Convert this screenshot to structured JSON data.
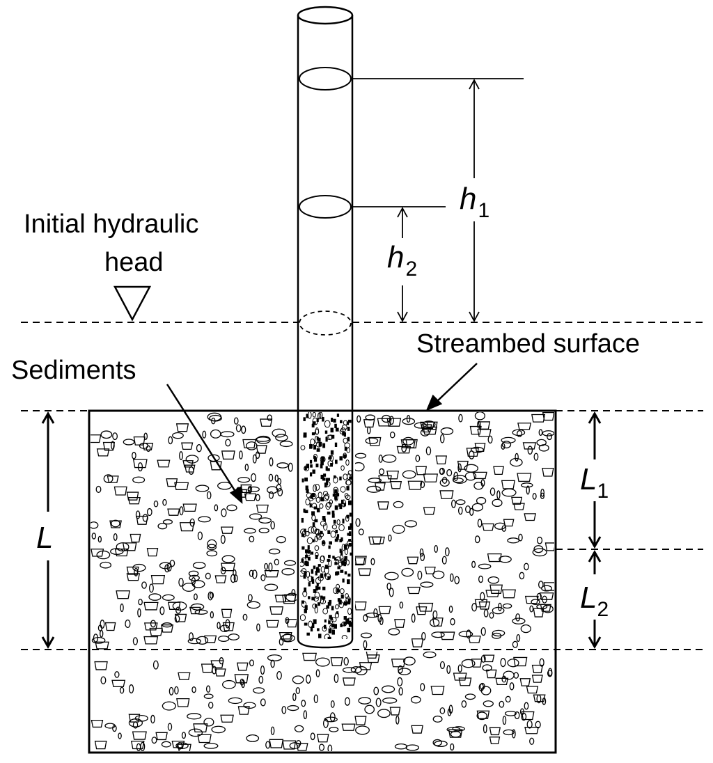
{
  "labels": {
    "initial_head_line1": "Initial hydraulic",
    "initial_head_line2": "head",
    "streambed_surface": "Streambed surface",
    "sediments": "Sediments",
    "h1_main": "h",
    "h1_sub": "1",
    "h2_main": "h",
    "h2_sub": "2",
    "L_main": "L",
    "L1_main": "L",
    "L1_sub": "1",
    "L2_main": "L",
    "L2_sub": "2"
  },
  "colors": {
    "line": "#000000",
    "background": "#ffffff"
  }
}
